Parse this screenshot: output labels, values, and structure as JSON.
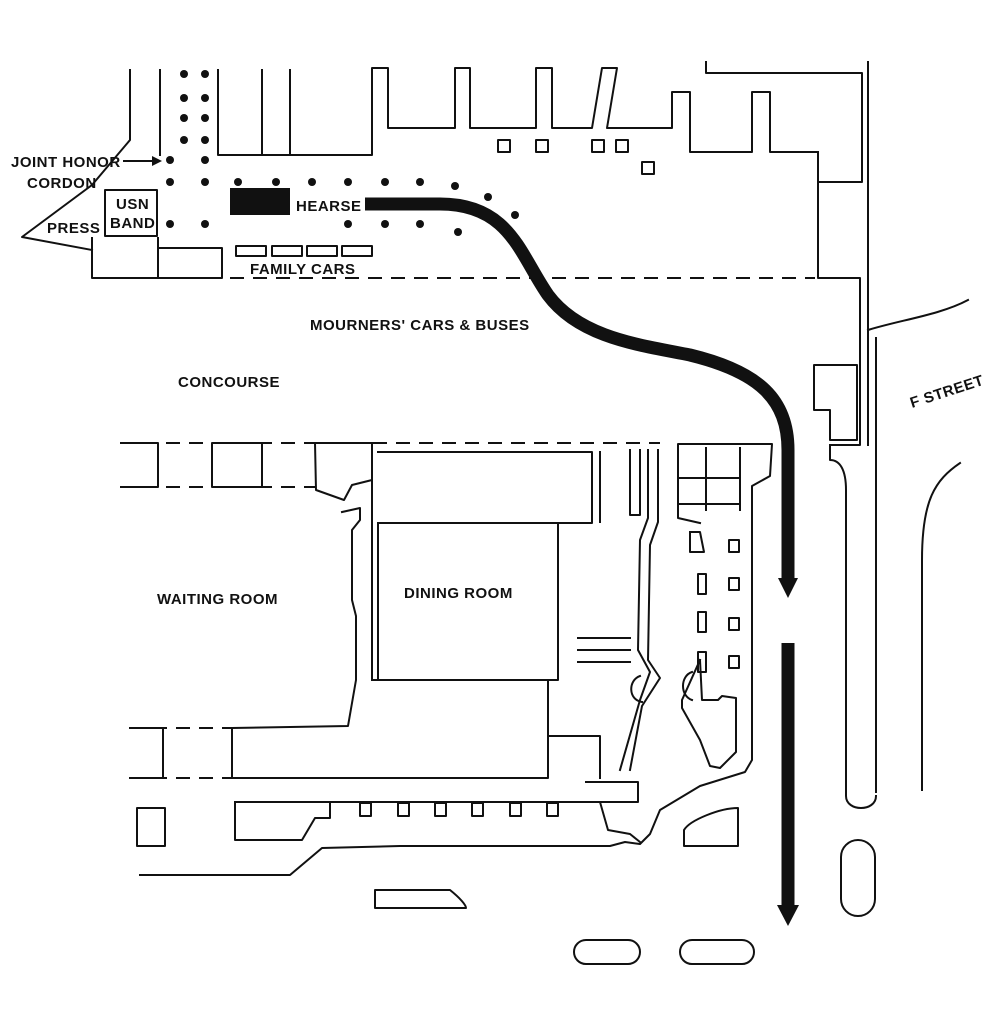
{
  "labels": {
    "joint_honor_line1": "JOINT HONOR",
    "joint_honor_line2": "CORDON",
    "press": "PRESS",
    "usn_line1": "USN",
    "usn_line2": "BAND",
    "hearse": "HEARSE",
    "family_cars": "FAMILY CARS",
    "mourners": "MOURNERS' CARS & BUSES",
    "concourse": "CONCOURSE",
    "f_street": "F STREET",
    "waiting_room": "WAITING ROOM",
    "dining_room": "DINING ROOM"
  },
  "colors": {
    "ink": "#111111",
    "paper": "#ffffff"
  }
}
